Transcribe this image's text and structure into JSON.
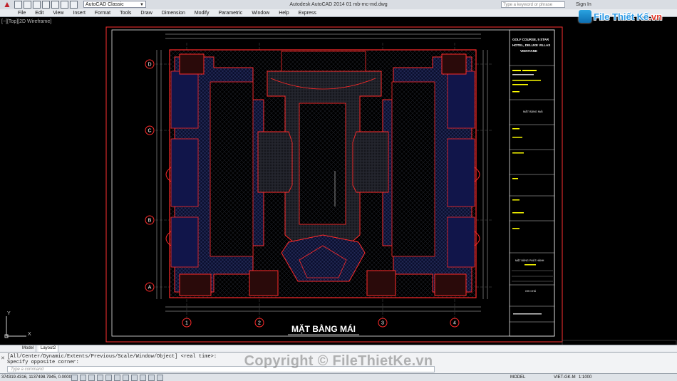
{
  "window": {
    "title": "Autodesk AutoCAD 2014    01 mb-mc-md.dwg",
    "workspace": "AutoCAD Classic",
    "help_search_placeholder": "Type a keyword or phrase",
    "sign_in": "Sign In"
  },
  "menu": [
    "File",
    "Edit",
    "View",
    "Insert",
    "Format",
    "Tools",
    "Draw",
    "Dimension",
    "Modify",
    "Parametric",
    "Window",
    "Help",
    "Express"
  ],
  "viewport_label": "[−][Top][2D Wireframe]",
  "drawing": {
    "title": "MẶT BẰNG MÁI",
    "grid_rows": [
      "D",
      "C",
      "B",
      "A"
    ],
    "grid_cols": [
      "1",
      "2",
      "3",
      "4"
    ],
    "title_block": {
      "project": "GOLF COURSE, 5 STAR HOTEL, DELUXE VILLAS VIENTIANE",
      "sheet_title": "MẶT BẰNG MÁI",
      "section": "MẶT BẰNG PHÁT HÀNH",
      "revision_label": "GHI CHÚ"
    }
  },
  "ucs": {
    "x": "X",
    "y": "Y"
  },
  "tabs": [
    "Model",
    "Layout2"
  ],
  "command": {
    "history_1": "[All/Center/Dynamic/Extents/Previous/Scale/Window/Object] <real time>:",
    "history_2": "Specify opposite corner:",
    "placeholder": "Type a command"
  },
  "watermark": "Copyright © FileThietKe.vn",
  "logo": {
    "text_main": "File Thiết Kế",
    "text_tail": ".vn"
  },
  "status": {
    "coords": "374319.4316, 1137498.7945, 0.0000",
    "mode": "MODEL",
    "layer": "VIET-GK-M",
    "scale": "1:1000"
  },
  "colors": {
    "accent_red": "#ff2a2a",
    "bg": "#000000"
  }
}
